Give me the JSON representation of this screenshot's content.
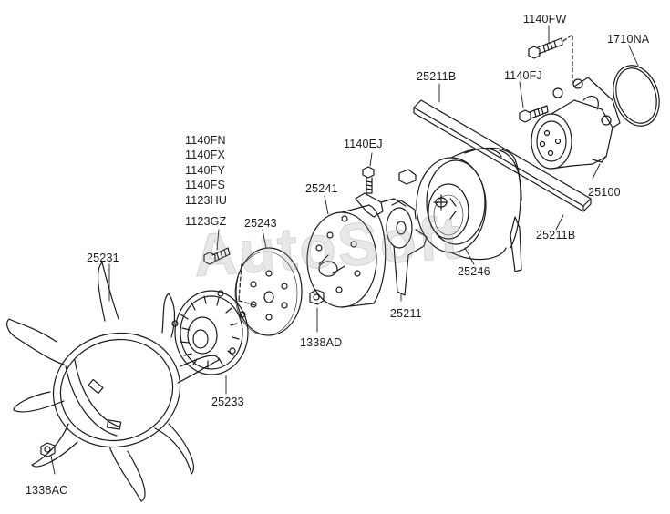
{
  "watermark": "AutoSoft",
  "colors": {
    "line": "#1a1a1a",
    "paper": "#ffffff",
    "watermark": "#969696"
  },
  "labels": {
    "fw1140": "1140FW",
    "na1710": "1710NA",
    "b25211_top": "25211B",
    "fj1140": "1140FJ",
    "fn1140": "1140FN",
    "fx1140": "1140FX",
    "fy1140": "1140FY",
    "fs1140": "1140FS",
    "hu1123": "1123HU",
    "gz1123": "1123GZ",
    "ej1140": "1140EJ",
    "p25241": "25241",
    "p25243": "25243",
    "p25231": "25231",
    "p25100": "25100",
    "b25211_right": "25211B",
    "p25246": "25246",
    "p25211": "25211",
    "ad1338": "1338AD",
    "p25233": "25233",
    "ac1338": "1338AC"
  }
}
